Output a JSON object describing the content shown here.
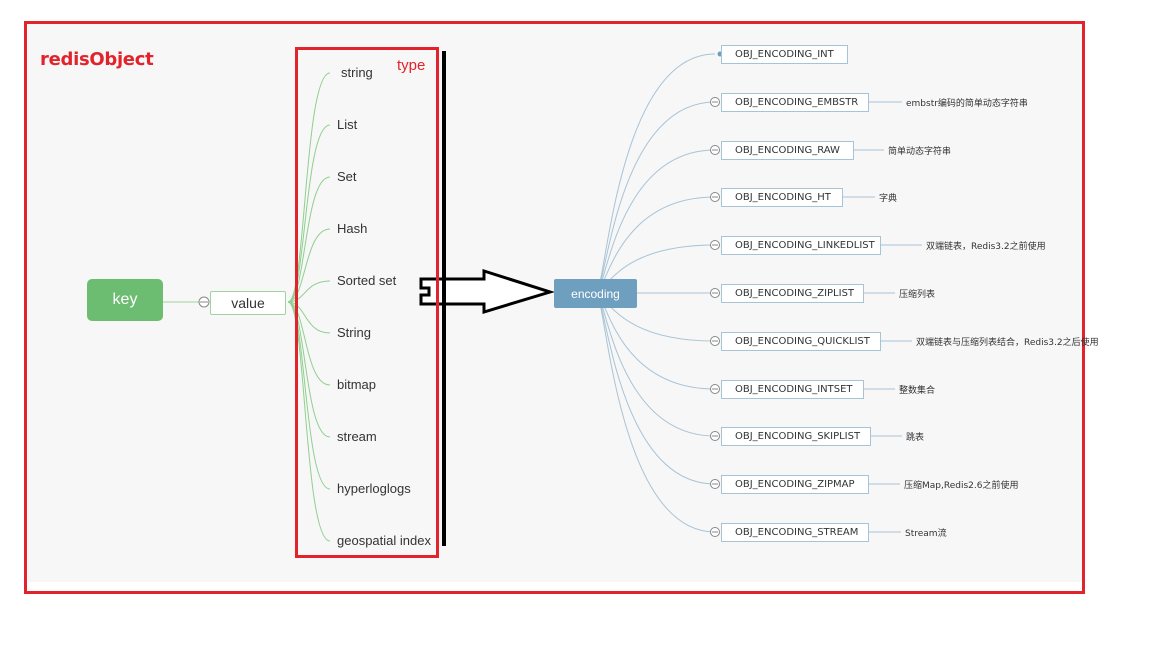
{
  "diagram": {
    "title": "redisObject",
    "type_label": "type",
    "key": "key",
    "value": "value",
    "encoding": "encoding",
    "types": [
      "string",
      "List",
      "Set",
      "Hash",
      "Sorted set",
      "String",
      "bitmap",
      "stream",
      "hyperloglogs",
      "geospatial index"
    ],
    "encodings": [
      {
        "name": "OBJ_ENCODING_INT",
        "desc": ""
      },
      {
        "name": "OBJ_ENCODING_EMBSTR",
        "desc": "embstr编码的简单动态字符串"
      },
      {
        "name": "OBJ_ENCODING_RAW",
        "desc": "简单动态字符串"
      },
      {
        "name": "OBJ_ENCODING_HT",
        "desc": "字典"
      },
      {
        "name": "OBJ_ENCODING_LINKEDLIST",
        "desc": "双端链表，Redis3.2之前使用"
      },
      {
        "name": "OBJ_ENCODING_ZIPLIST",
        "desc": "压缩列表"
      },
      {
        "name": "OBJ_ENCODING_QUICKLIST",
        "desc": "双端链表与压缩列表结合，Redis3.2之后使用"
      },
      {
        "name": "OBJ_ENCODING_INTSET",
        "desc": "整数集合"
      },
      {
        "name": "OBJ_ENCODING_SKIPLIST",
        "desc": "跳表"
      },
      {
        "name": "OBJ_ENCODING_ZIPMAP",
        "desc": "压缩Map,Redis2.6之前使用"
      },
      {
        "name": "OBJ_ENCODING_STREAM",
        "desc": "Stream流"
      }
    ]
  },
  "colors": {
    "frame": "#e3232c",
    "key_fill": "#6cbd72",
    "type_branch": "#8fcf8f",
    "encoding_fill": "#6f9fbf",
    "encoding_branch": "#a9c3d6"
  }
}
